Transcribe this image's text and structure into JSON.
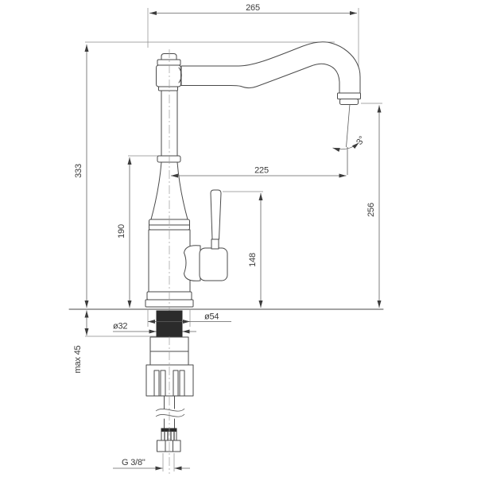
{
  "page": {
    "background": "#ffffff"
  },
  "drawing": {
    "subject": "Kitchen faucet dimensioned technical drawing, side view",
    "units": "mm",
    "line_color": "#4a4a4a",
    "gasket_color": "#2b2b2b",
    "labels": {
      "spout_span": "265",
      "overall_height": "333",
      "spout_reach": "225",
      "outlet_height": "256",
      "body_height": "190",
      "lever_height": "148",
      "base_diameter": "ø54",
      "tailpiece_diameter": "ø32",
      "max_counter_thickness": "max 45",
      "hose_thread": "G 3/8\"",
      "stream_angle": "3°"
    }
  }
}
